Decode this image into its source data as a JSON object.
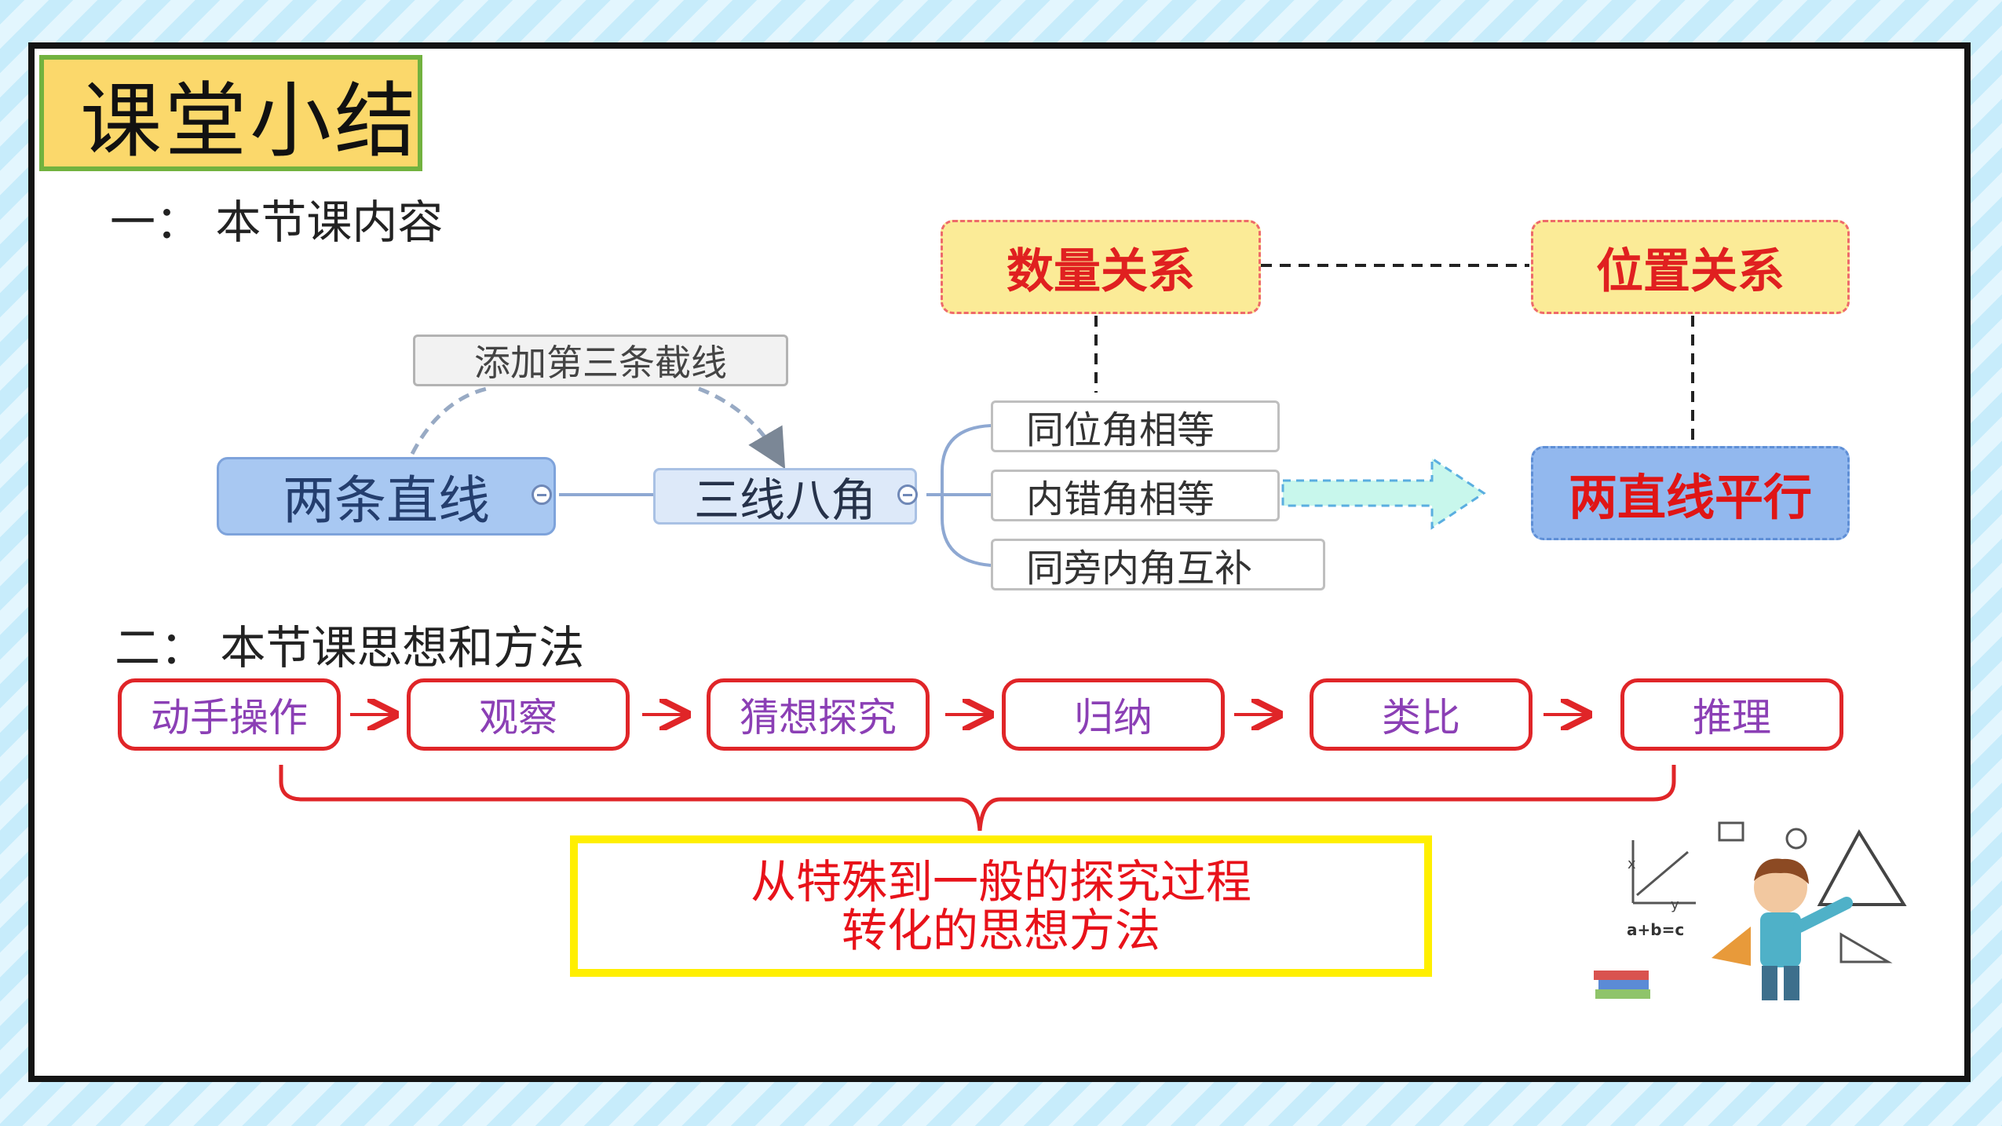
{
  "title": "课堂小结",
  "section1": {
    "heading": "一： 本节课内容"
  },
  "mindmap": {
    "root": "两条直线",
    "added": "添加第三条截线",
    "middle": "三线八角",
    "leaves": [
      "同位角相等",
      "内错角相等",
      "同旁内角互补"
    ],
    "quantity": "数量关系",
    "position": "位置关系",
    "result": "两直线平行"
  },
  "section2": {
    "heading": "二： 本节课思想和方法"
  },
  "methods": [
    "动手操作",
    "观察",
    "猜想探究",
    "归纳",
    "类比",
    "推理"
  ],
  "summary": {
    "line1": "从特殊到一般的探究过程",
    "line2": "转化的思想方法"
  },
  "illustration": {
    "formula": "a+b=c",
    "axis_x": "x",
    "axis_y": "y"
  },
  "colors": {
    "accent_red": "#e02528",
    "method_text": "#8b3fb5",
    "title_bg": "#fbd86b"
  }
}
